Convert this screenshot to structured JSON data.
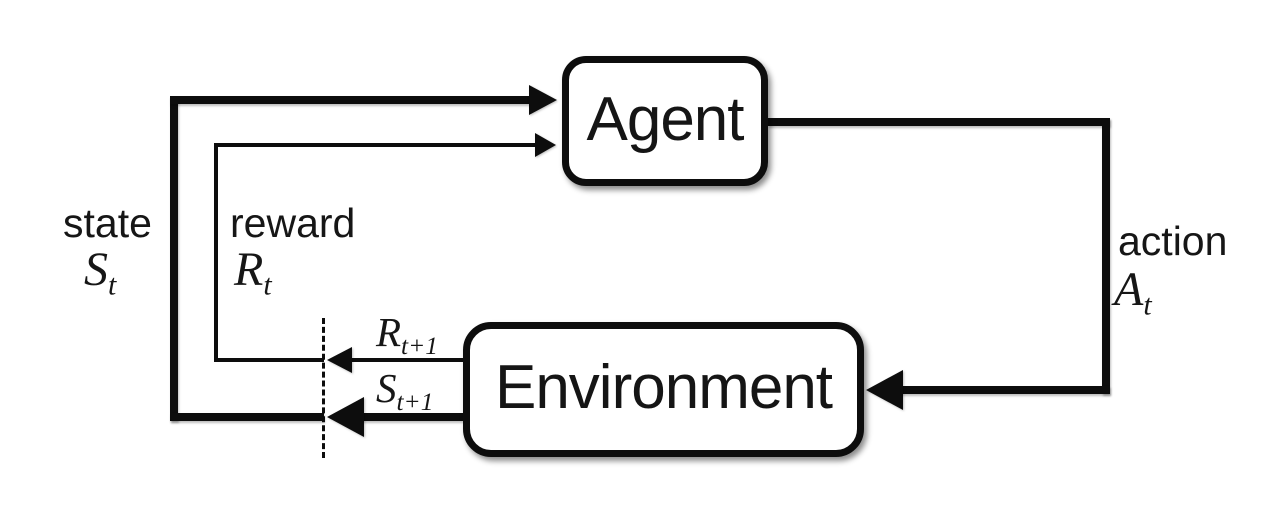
{
  "diagram": {
    "type": "flow-diagram",
    "background_color": "#ffffff",
    "line_color": "#0d0d0d",
    "nodes": {
      "agent": {
        "label": "Agent"
      },
      "environment": {
        "label": "Environment"
      }
    },
    "edge_labels": {
      "state": {
        "word": "state",
        "symbol": "S",
        "subscript": "t"
      },
      "reward": {
        "word": "reward",
        "symbol": "R",
        "subscript": "t"
      },
      "action": {
        "word": "action",
        "symbol": "A",
        "subscript": "t"
      },
      "next_reward": {
        "symbol": "R",
        "subscript": "t+1"
      },
      "next_state": {
        "symbol": "S",
        "subscript": "t+1"
      }
    }
  }
}
